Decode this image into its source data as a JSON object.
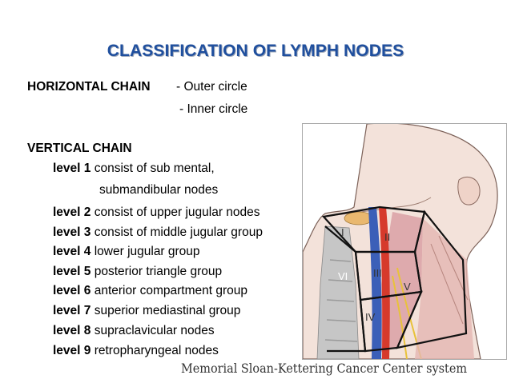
{
  "title": "CLASSIFICATION OF LYMPH NODES",
  "horizontal_chain": {
    "label": "HORIZONTAL CHAIN",
    "outer": "-  Outer circle",
    "inner": "- Inner circle"
  },
  "vertical_chain": {
    "label": "VERTICAL CHAIN",
    "levels": [
      {
        "level": "level 1",
        "desc": "consist of sub mental,",
        "desc2": "submandibular nodes"
      },
      {
        "level": "level 2",
        "desc": "consist of upper jugular nodes"
      },
      {
        "level": "level 3",
        "desc": "consist of middle jugular group"
      },
      {
        "level": "level 4",
        "desc": "lower jugular group"
      },
      {
        "level": "level 5",
        "desc": "posterior triangle group"
      },
      {
        "level": "level 6",
        "desc": "anterior compartment group"
      },
      {
        "level": "level 7",
        "desc": "superior mediastinal group"
      },
      {
        "level": "level 8",
        "desc": "supraclavicular nodes"
      },
      {
        "level": "level 9",
        "desc": "retropharyngeal nodes"
      }
    ]
  },
  "figure": {
    "region_labels": [
      "I",
      "II",
      "III",
      "IV",
      "V",
      "VI"
    ]
  },
  "caption": "Memorial Sloan-Kettering Cancer Center system"
}
